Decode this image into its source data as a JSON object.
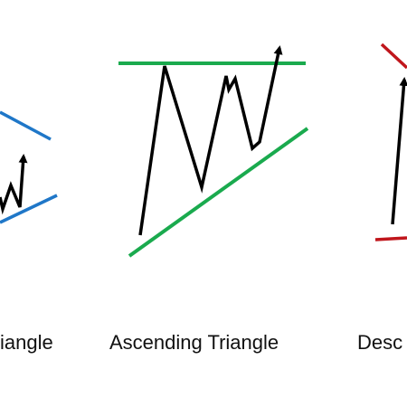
{
  "captions": {
    "left": "iangle",
    "center": "Ascending Triangle",
    "right": "Desc"
  },
  "colors": {
    "symmetrical_lines": "#1f77c8",
    "ascending_lines": "#1aaa4e",
    "descending_lines": "#c0161c",
    "price_path": "#000000"
  }
}
